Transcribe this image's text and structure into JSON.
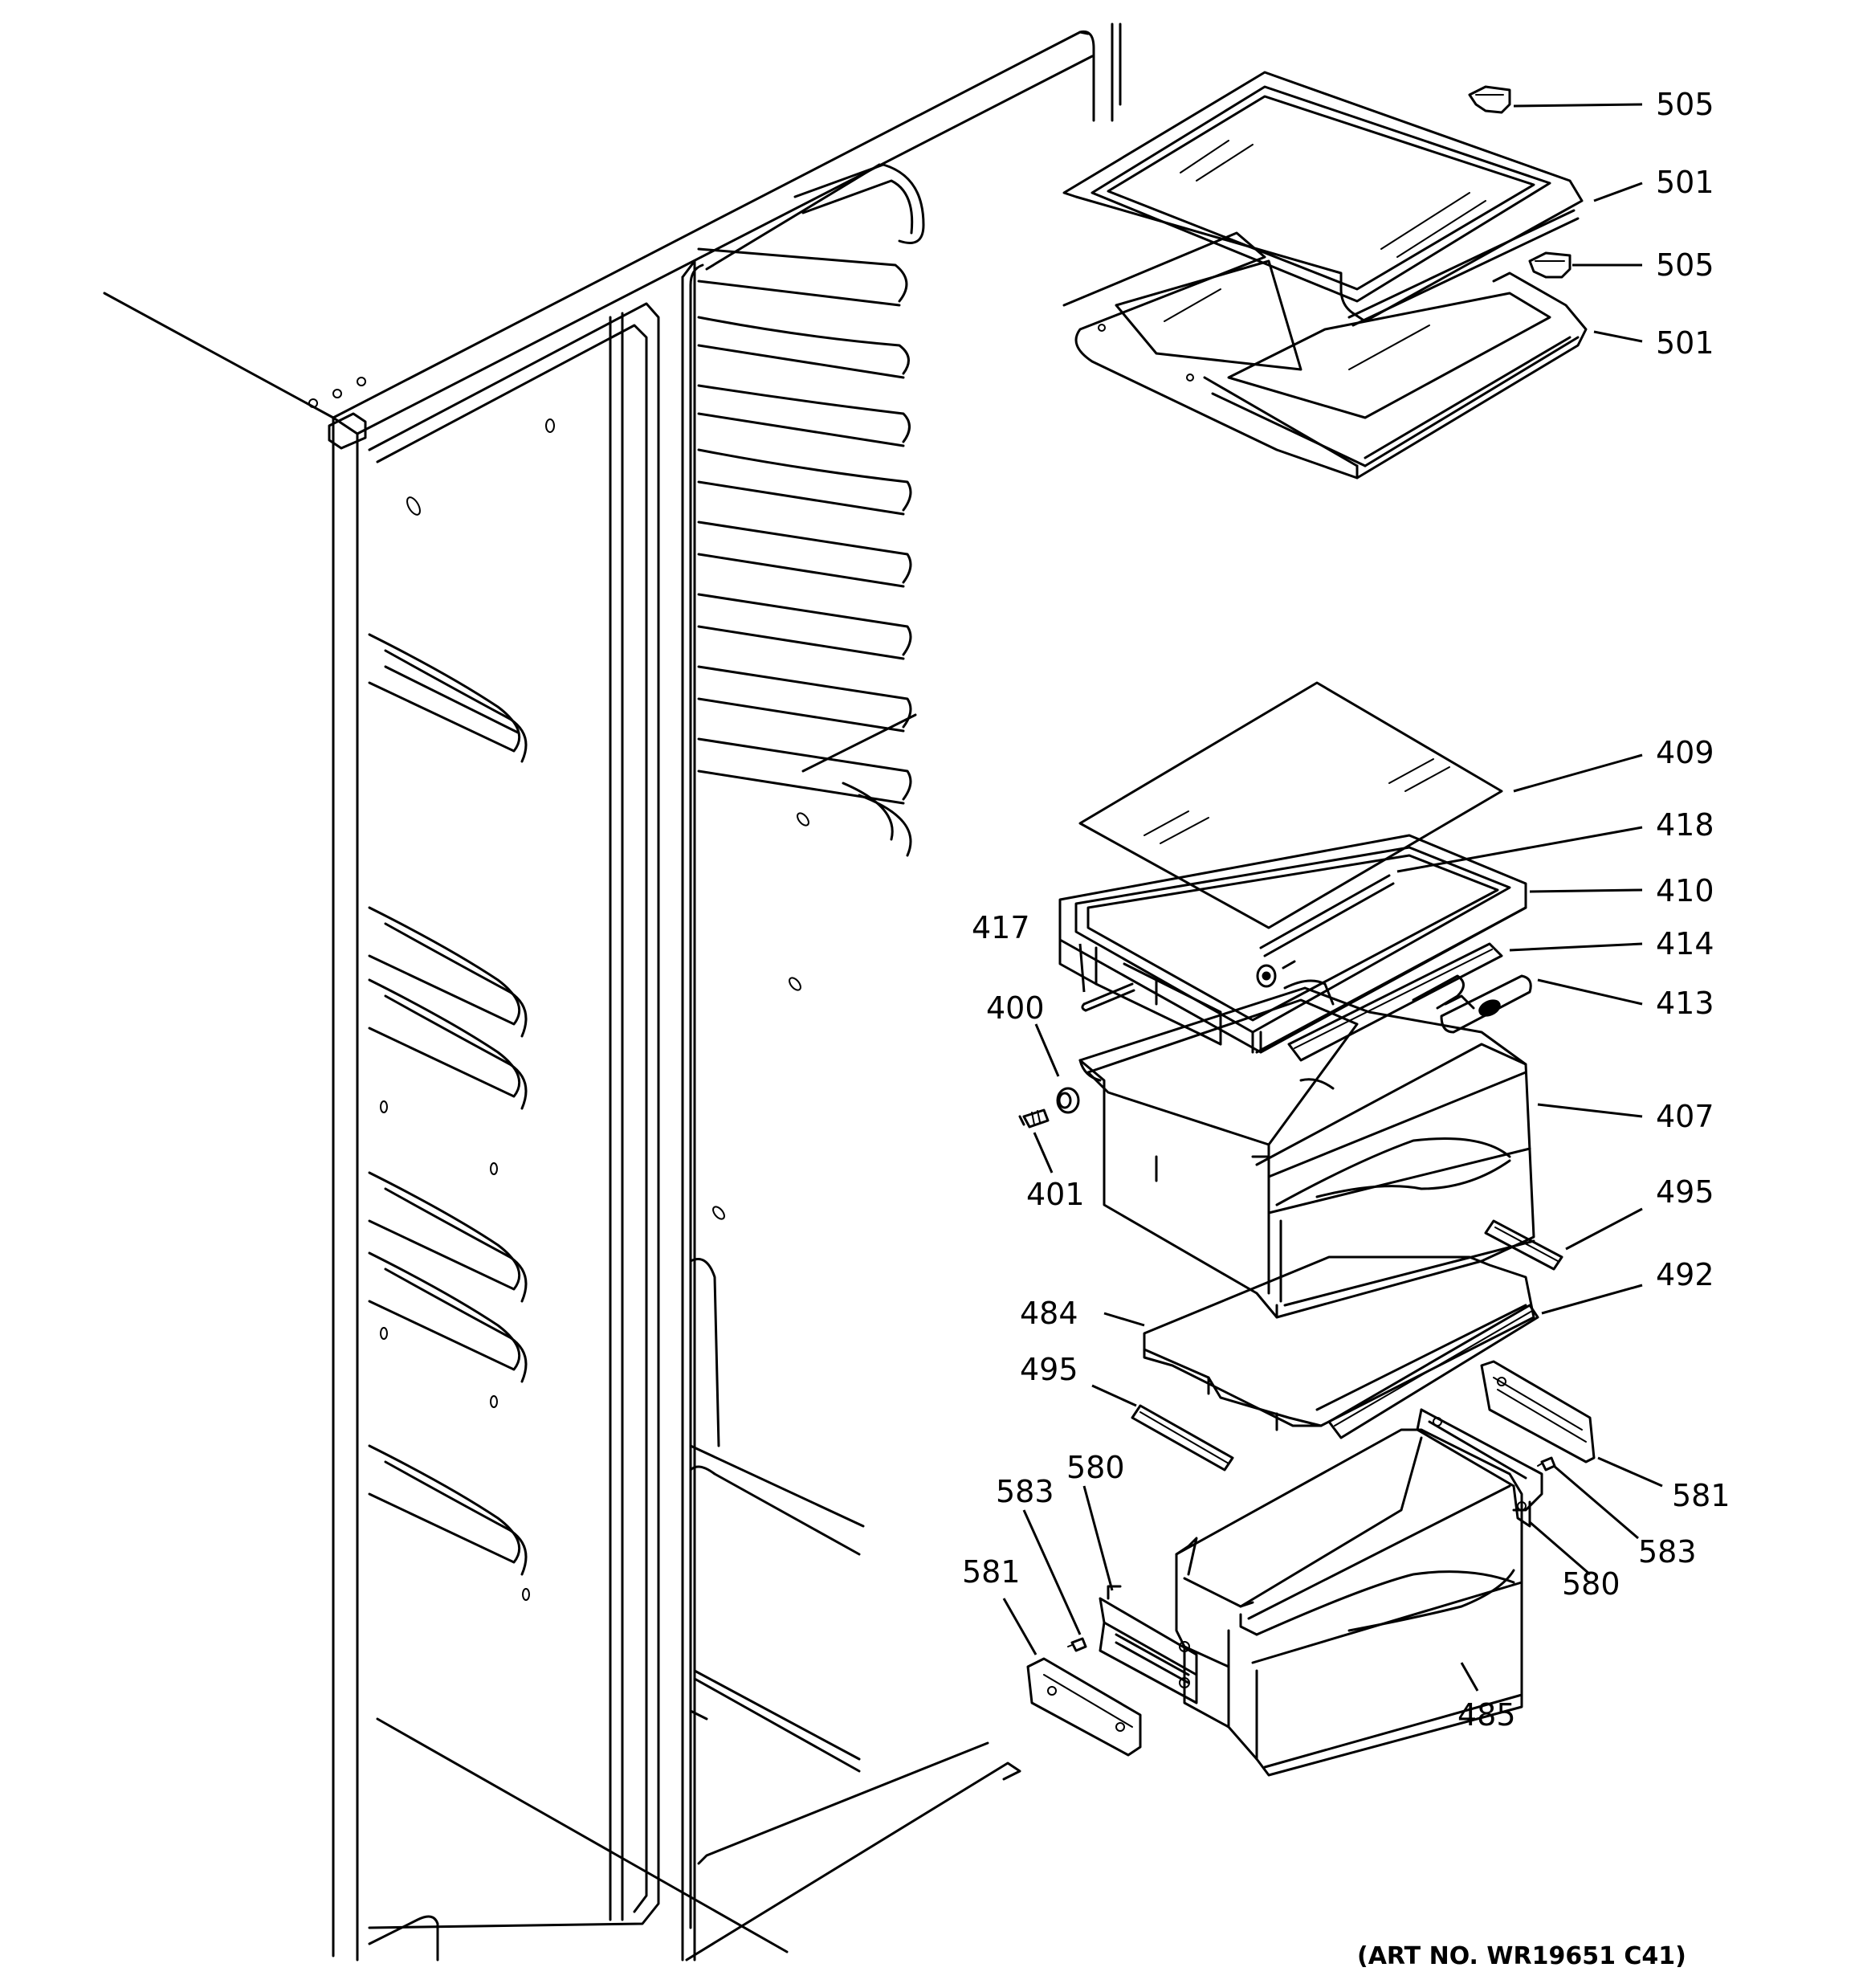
{
  "callouts": {
    "c505a": "505",
    "c501a": "501",
    "c505b": "505",
    "c501b": "501",
    "c409": "409",
    "c418": "418",
    "c410": "410",
    "c414": "414",
    "c413": "413",
    "c417": "417",
    "c400": "400",
    "c401": "401",
    "c407": "407",
    "c495a": "495",
    "c492": "492",
    "c484": "484",
    "c495b": "495",
    "c580a": "580",
    "c583a": "583",
    "c581a": "581",
    "c581b": "581",
    "c583b": "583",
    "c580b": "580",
    "c485": "485"
  },
  "art_number": "(ART NO. WR19651 C41)"
}
